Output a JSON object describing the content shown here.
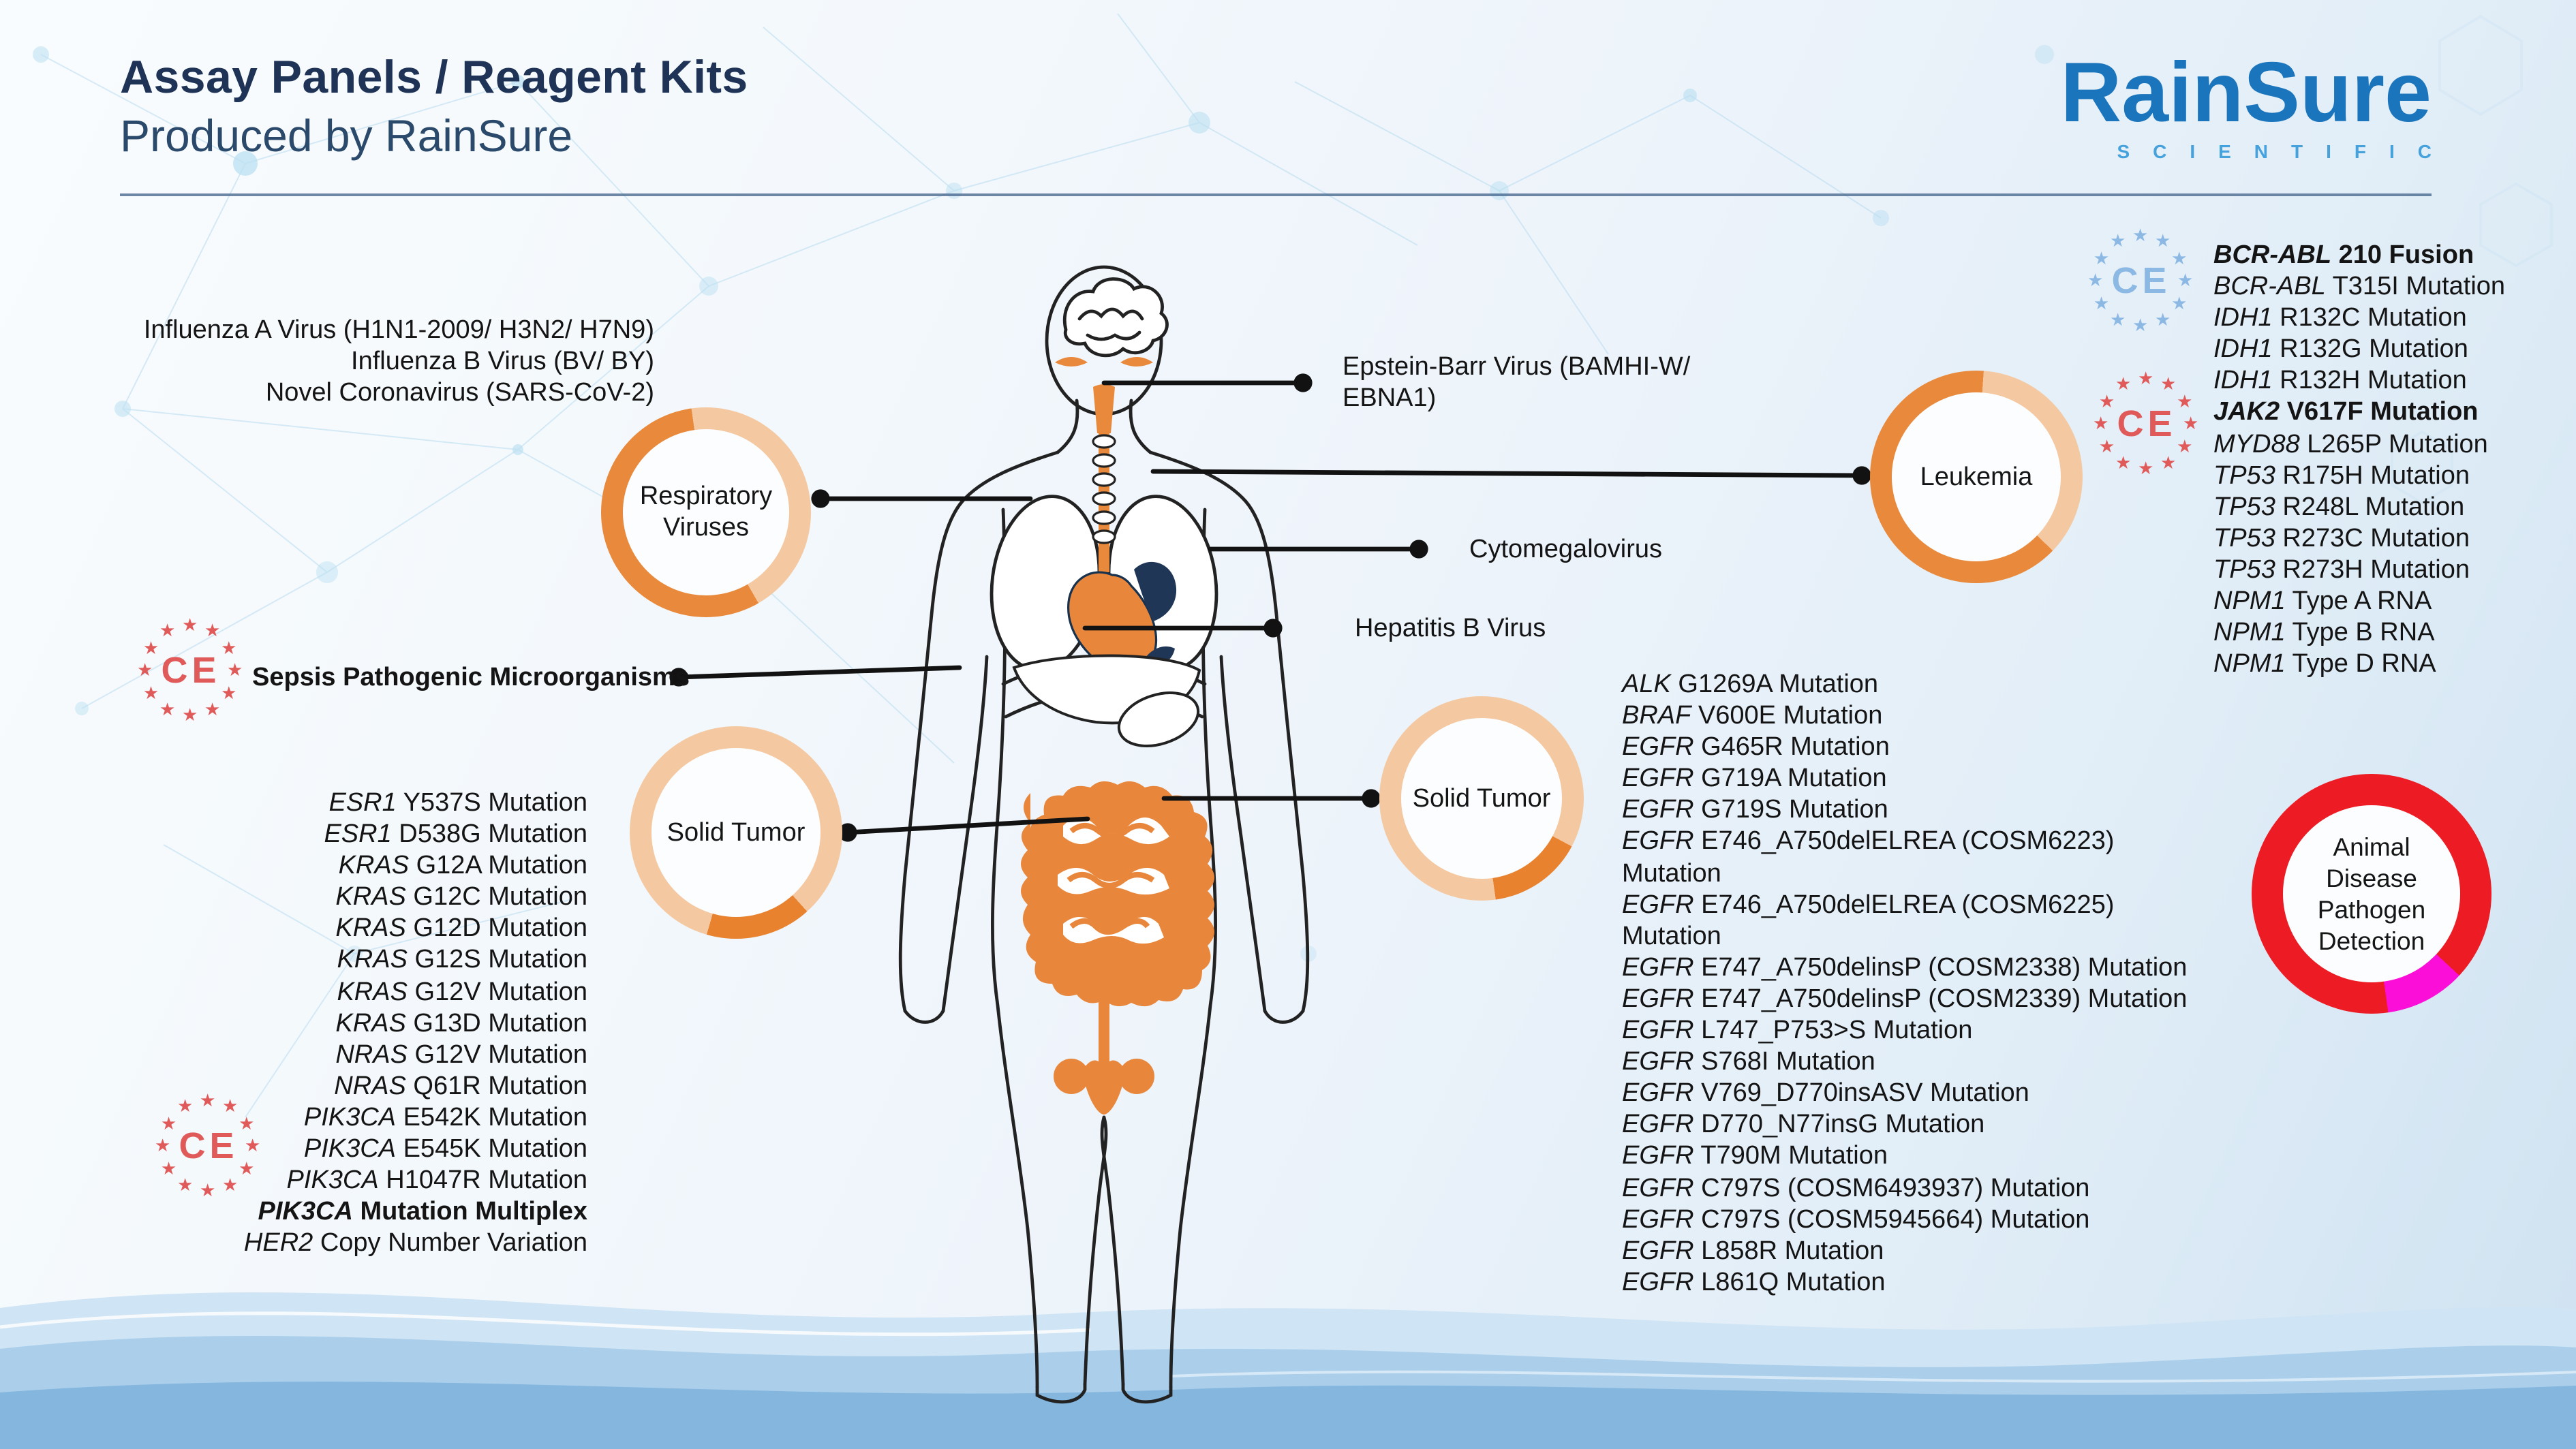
{
  "header": {
    "title": "Assay Panels / Reagent Kits",
    "subtitle": "Produced by RainSure"
  },
  "logo": {
    "name": "RainSure",
    "tagline": "SCIENTIFIC"
  },
  "ce_mark": {
    "text": "CE"
  },
  "labels": {
    "respiratory": "Respiratory Viruses",
    "sepsis": "Sepsis Pathogenic Microorganisms",
    "solid_tumor": "Solid Tumor",
    "leukemia": "Leukemia",
    "animal": "Animal Disease Pathogen Detection",
    "ebv": "Epstein-Barr Virus (BAMHI-W/ EBNA1)",
    "cmv": "Cytomegalovirus",
    "hbv": "Hepatitis B Virus"
  },
  "lists": {
    "respiratory_viruses": [
      "Influenza A Virus (H1N1-2009/ H3N2/ H7N9)",
      "Influenza B Virus (BV/ BY)",
      "Novel Coronavirus (SARS-CoV-2)"
    ],
    "solid_tumor_left": [
      {
        "g": "ESR1",
        "t": "Y537S Mutation"
      },
      {
        "g": "ESR1",
        "t": "D538G Mutation"
      },
      {
        "g": "KRAS",
        "t": "G12A Mutation"
      },
      {
        "g": "KRAS",
        "t": "G12C Mutation"
      },
      {
        "g": "KRAS",
        "t": "G12D Mutation"
      },
      {
        "g": "KRAS",
        "t": "G12S Mutation"
      },
      {
        "g": "KRAS",
        "t": "G12V Mutation"
      },
      {
        "g": "KRAS",
        "t": "G13D Mutation"
      },
      {
        "g": "NRAS",
        "t": "G12V Mutation"
      },
      {
        "g": "NRAS",
        "t": "Q61R Mutation"
      },
      {
        "g": "PIK3CA",
        "t": "E542K Mutation"
      },
      {
        "g": "PIK3CA",
        "t": "E545K Mutation"
      },
      {
        "g": "PIK3CA",
        "t": "H1047R Mutation"
      },
      {
        "g": "PIK3CA",
        "t": "Mutation Multiplex",
        "b": true
      },
      {
        "g": "HER2",
        "t": "Copy Number Variation"
      }
    ],
    "leukemia": [
      {
        "g": "BCR-ABL",
        "t": "210 Fusion",
        "b": true
      },
      {
        "g": "BCR-ABL",
        "t": "T315I Mutation"
      },
      {
        "g": "IDH1",
        "t": "R132C Mutation"
      },
      {
        "g": "IDH1",
        "t": "R132G Mutation"
      },
      {
        "g": "IDH1",
        "t": "R132H Mutation"
      },
      {
        "g": "JAK2",
        "t": "V617F Mutation",
        "b": true
      },
      {
        "g": "MYD88",
        "t": "L265P Mutation"
      },
      {
        "g": "TP53",
        "t": "R175H Mutation"
      },
      {
        "g": "TP53",
        "t": "R248L Mutation"
      },
      {
        "g": "TP53",
        "t": "R273C Mutation"
      },
      {
        "g": "TP53",
        "t": "R273H Mutation"
      },
      {
        "g": "NPM1",
        "t": "Type A RNA"
      },
      {
        "g": "NPM1",
        "t": "Type B RNA"
      },
      {
        "g": "NPM1",
        "t": "Type D RNA"
      }
    ],
    "solid_tumor_right": [
      {
        "g": "ALK",
        "t": "G1269A Mutation"
      },
      {
        "g": "BRAF",
        "t": "V600E Mutation"
      },
      {
        "g": "EGFR",
        "t": "G465R Mutation"
      },
      {
        "g": "EGFR",
        "t": "G719A Mutation"
      },
      {
        "g": "EGFR",
        "t": "G719S Mutation"
      },
      {
        "g": "EGFR",
        "t": "E746_A750delELREA (COSM6223)"
      },
      {
        "g": "",
        "t": "Mutation"
      },
      {
        "g": "EGFR",
        "t": "E746_A750delELREA (COSM6225)"
      },
      {
        "g": "",
        "t": "Mutation"
      },
      {
        "g": "EGFR",
        "t": "E747_A750delinsP (COSM2338) Mutation"
      },
      {
        "g": "EGFR",
        "t": "E747_A750delinsP (COSM2339) Mutation"
      },
      {
        "g": "EGFR",
        "t": "L747_P753>S Mutation"
      },
      {
        "g": "EGFR",
        "t": "S768I Mutation"
      },
      {
        "g": "EGFR",
        "t": "V769_D770insASV Mutation"
      },
      {
        "g": "EGFR",
        "t": "D770_N77insG Mutation"
      },
      {
        "g": "EGFR",
        "t": "T790M Mutation"
      },
      {
        "g": "EGFR",
        "t": "C797S (COSM6493937) Mutation"
      },
      {
        "g": "EGFR",
        "t": "C797S (COSM5945664) Mutation"
      },
      {
        "g": "EGFR",
        "t": "L858R Mutation"
      },
      {
        "g": "EGFR",
        "t": "L861Q Mutation"
      }
    ]
  },
  "colors": {
    "accent_orange": "#E8893B",
    "light_orange": "#F4C9A2",
    "deep_orange": "#E8822F",
    "ring_red": "#ED1B24",
    "ring_magenta": "#FB0FD8",
    "navy": "#1E3355",
    "logo_blue": "#1B75BC",
    "logo_light_blue": "#45A2DC",
    "ce_red": "#E05A5A",
    "ce_blue": "#8CB8E4",
    "connector_black": "#121212"
  }
}
